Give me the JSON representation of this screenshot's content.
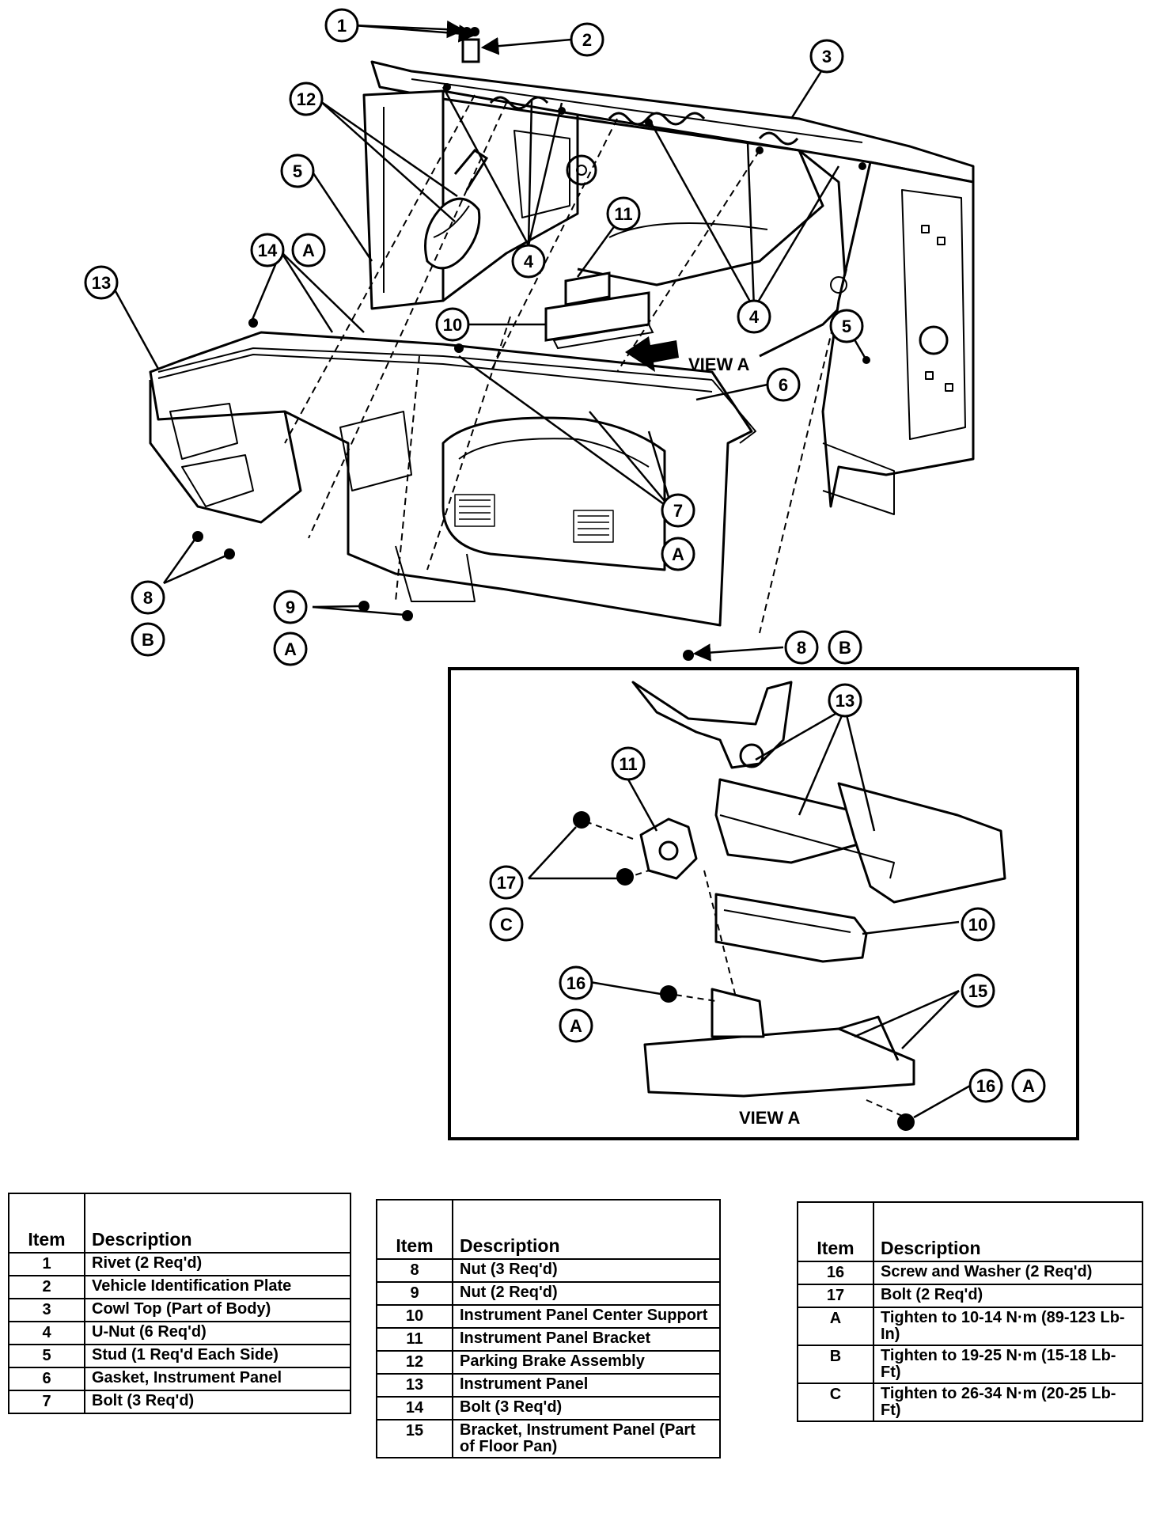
{
  "view_label": "VIEW A",
  "callouts": {
    "c1": "1",
    "c2": "2",
    "c3": "3",
    "c4a": "4",
    "c4b": "4",
    "c5a": "5",
    "c5b": "5",
    "c6": "6",
    "c7": "7",
    "c8a": "8",
    "c8b": "8",
    "c9": "9",
    "c10a": "10",
    "c11a": "11",
    "c12": "12",
    "c13a": "13",
    "c14": "14",
    "cAa": "A",
    "cAb": "A",
    "cAc": "A",
    "cBa": "B",
    "cBb": "B",
    "c13b": "13",
    "c11b": "11",
    "c17": "17",
    "cCa": "C",
    "c10b": "10",
    "c16a": "16",
    "cAd": "A",
    "c15": "15",
    "c16b": "16",
    "cAe": "A"
  },
  "legend": {
    "header_item": "Item",
    "header_desc": "Description",
    "table1": [
      {
        "item": "1",
        "desc": "Rivet (2 Req'd)"
      },
      {
        "item": "2",
        "desc": "Vehicle Identification Plate"
      },
      {
        "item": "3",
        "desc": "Cowl Top (Part of Body)"
      },
      {
        "item": "4",
        "desc": "U-Nut (6 Req'd)"
      },
      {
        "item": "5",
        "desc": "Stud (1 Req'd Each Side)"
      },
      {
        "item": "6",
        "desc": "Gasket, Instrument Panel"
      },
      {
        "item": "7",
        "desc": "Bolt (3 Req'd)"
      }
    ],
    "table2": [
      {
        "item": "8",
        "desc": "Nut (3 Req'd)"
      },
      {
        "item": "9",
        "desc": "Nut (2 Req'd)"
      },
      {
        "item": "10",
        "desc": "Instrument Panel Center Support"
      },
      {
        "item": "11",
        "desc": "Instrument Panel Bracket"
      },
      {
        "item": "12",
        "desc": "Parking Brake Assembly"
      },
      {
        "item": "13",
        "desc": "Instrument Panel"
      },
      {
        "item": "14",
        "desc": "Bolt (3 Req'd)"
      },
      {
        "item": "15",
        "desc": "Bracket, Instrument Panel (Part of Floor Pan)"
      }
    ],
    "table3": [
      {
        "item": "16",
        "desc": "Screw and Washer (2 Req'd)"
      },
      {
        "item": "17",
        "desc": "Bolt (2 Req'd)"
      },
      {
        "item": "A",
        "desc": "Tighten to 10-14 N·m (89-123 Lb-In)"
      },
      {
        "item": "B",
        "desc": "Tighten to 19-25 N·m (15-18 Lb-Ft)"
      },
      {
        "item": "C",
        "desc": "Tighten to 26-34 N·m (20-25 Lb-Ft)"
      }
    ]
  }
}
